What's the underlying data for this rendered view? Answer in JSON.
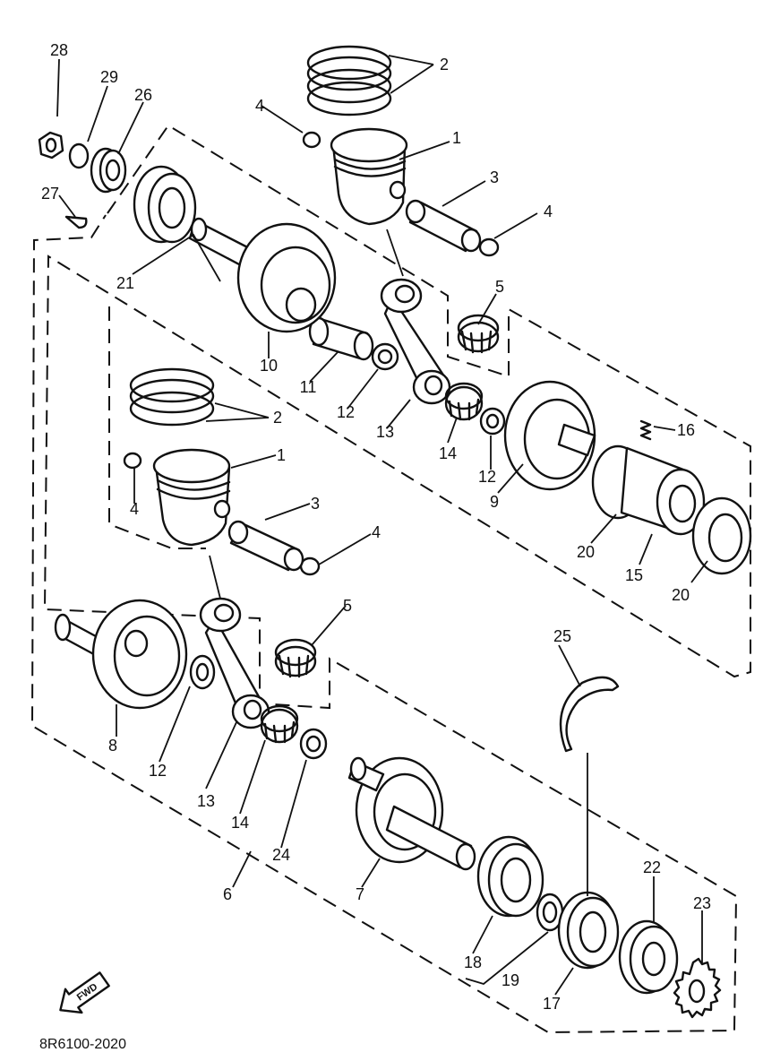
{
  "diagram_code": "8R6100-2020",
  "fwd_label": "FWD",
  "callouts": {
    "c1_upper": "1",
    "c1_lower": "1",
    "c2_upper": "2",
    "c2_lower": "2",
    "c3_upper": "3",
    "c3_lower": "3",
    "c4_a": "4",
    "c4_b": "4",
    "c4_c": "4",
    "c4_d": "4",
    "c5_upper": "5",
    "c5_lower": "5",
    "c6": "6",
    "c7": "7",
    "c8": "8",
    "c9": "9",
    "c10": "10",
    "c11": "11",
    "c12_a": "12",
    "c12_b": "12",
    "c12_c": "12",
    "c13_upper": "13",
    "c13_lower": "13",
    "c14_upper": "14",
    "c14_lower": "14",
    "c15": "15",
    "c16": "16",
    "c17": "17",
    "c18": "18",
    "c19": "19",
    "c20_a": "20",
    "c20_b": "20",
    "c21": "21",
    "c22": "22",
    "c23": "23",
    "c24": "24",
    "c25": "25",
    "c26": "26",
    "c27": "27",
    "c28": "28",
    "c29": "29"
  }
}
